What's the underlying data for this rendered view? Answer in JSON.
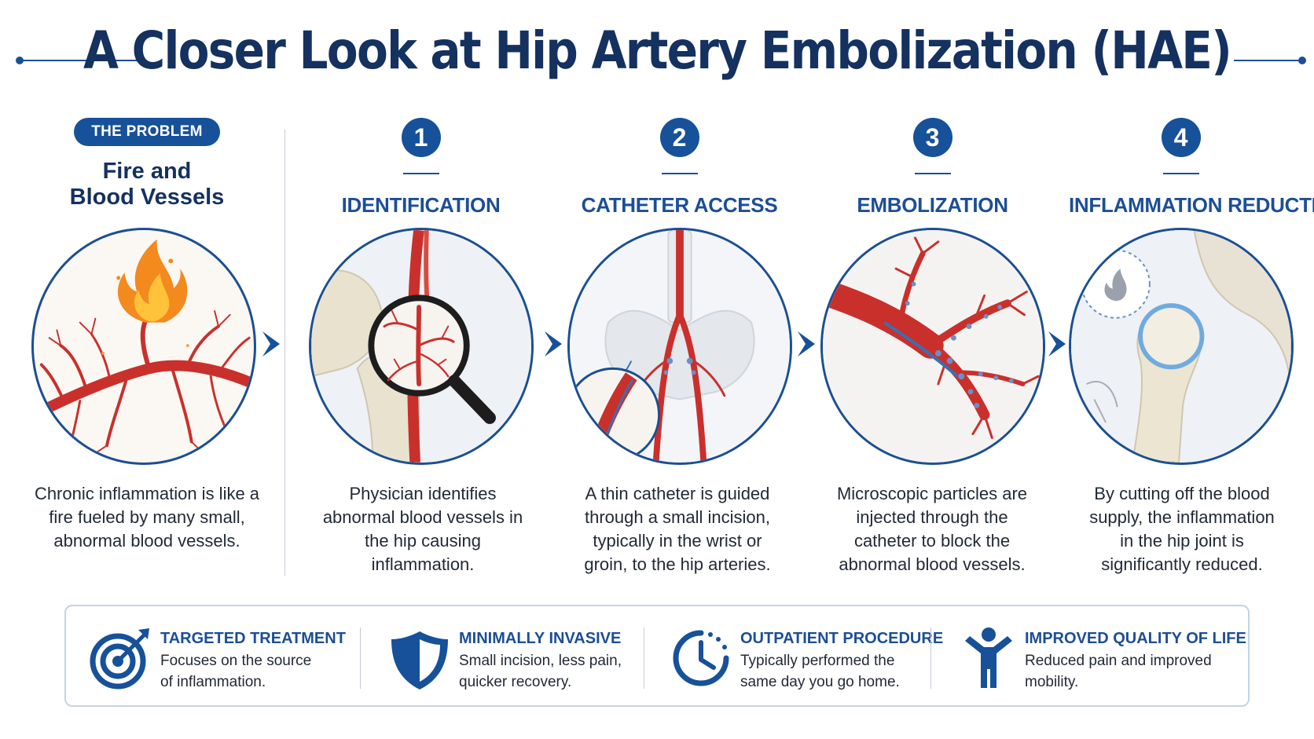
{
  "header": {
    "title": "A Closer Look at Hip Artery Embolization (HAE)"
  },
  "problem": {
    "badge": "THE PROBLEM",
    "title_line1": "Fire and",
    "title_line2": "Blood Vessels",
    "description": "Chronic inflammation is like a fire fueled by many small, abnormal blood vessels."
  },
  "steps": [
    {
      "number": "1",
      "title": "IDENTIFICATION",
      "description": "Physician identifies abnormal blood vessels in the hip causing inflammation."
    },
    {
      "number": "2",
      "title": "CATHETER ACCESS",
      "description": "A thin catheter is guided through a small incision, typically in the wrist or groin, to the hip arteries."
    },
    {
      "number": "3",
      "title": "EMBOLIZATION",
      "description": "Microscopic particles are injected through the catheter to block the abnormal blood vessels."
    },
    {
      "number": "4",
      "title": "INFLAMMATION REDUCTION",
      "description": "By cutting off the blood supply, the inflammation in the hip joint is significantly reduced."
    }
  ],
  "benefits": [
    {
      "icon": "target-icon",
      "title": "TARGETED TREATMENT",
      "text": "Focuses on the source of inflammation."
    },
    {
      "icon": "shield-icon",
      "title": "MINIMALLY INVASIVE",
      "text": "Small incision, less pain, quicker recovery."
    },
    {
      "icon": "clock-icon",
      "title": "OUTPATIENT PROCEDURE",
      "text": "Typically performed the same day you go home."
    },
    {
      "icon": "person-icon",
      "title": "IMPROVED QUALITY OF LIFE",
      "text": "Reduced pain and improved mobility."
    }
  ],
  "colors": {
    "navy": "#14315f",
    "accent_blue": "#16519a",
    "artery_red": "#c9302c",
    "bone": "#e9e2cf",
    "flame_orange": "#f28a1e"
  }
}
